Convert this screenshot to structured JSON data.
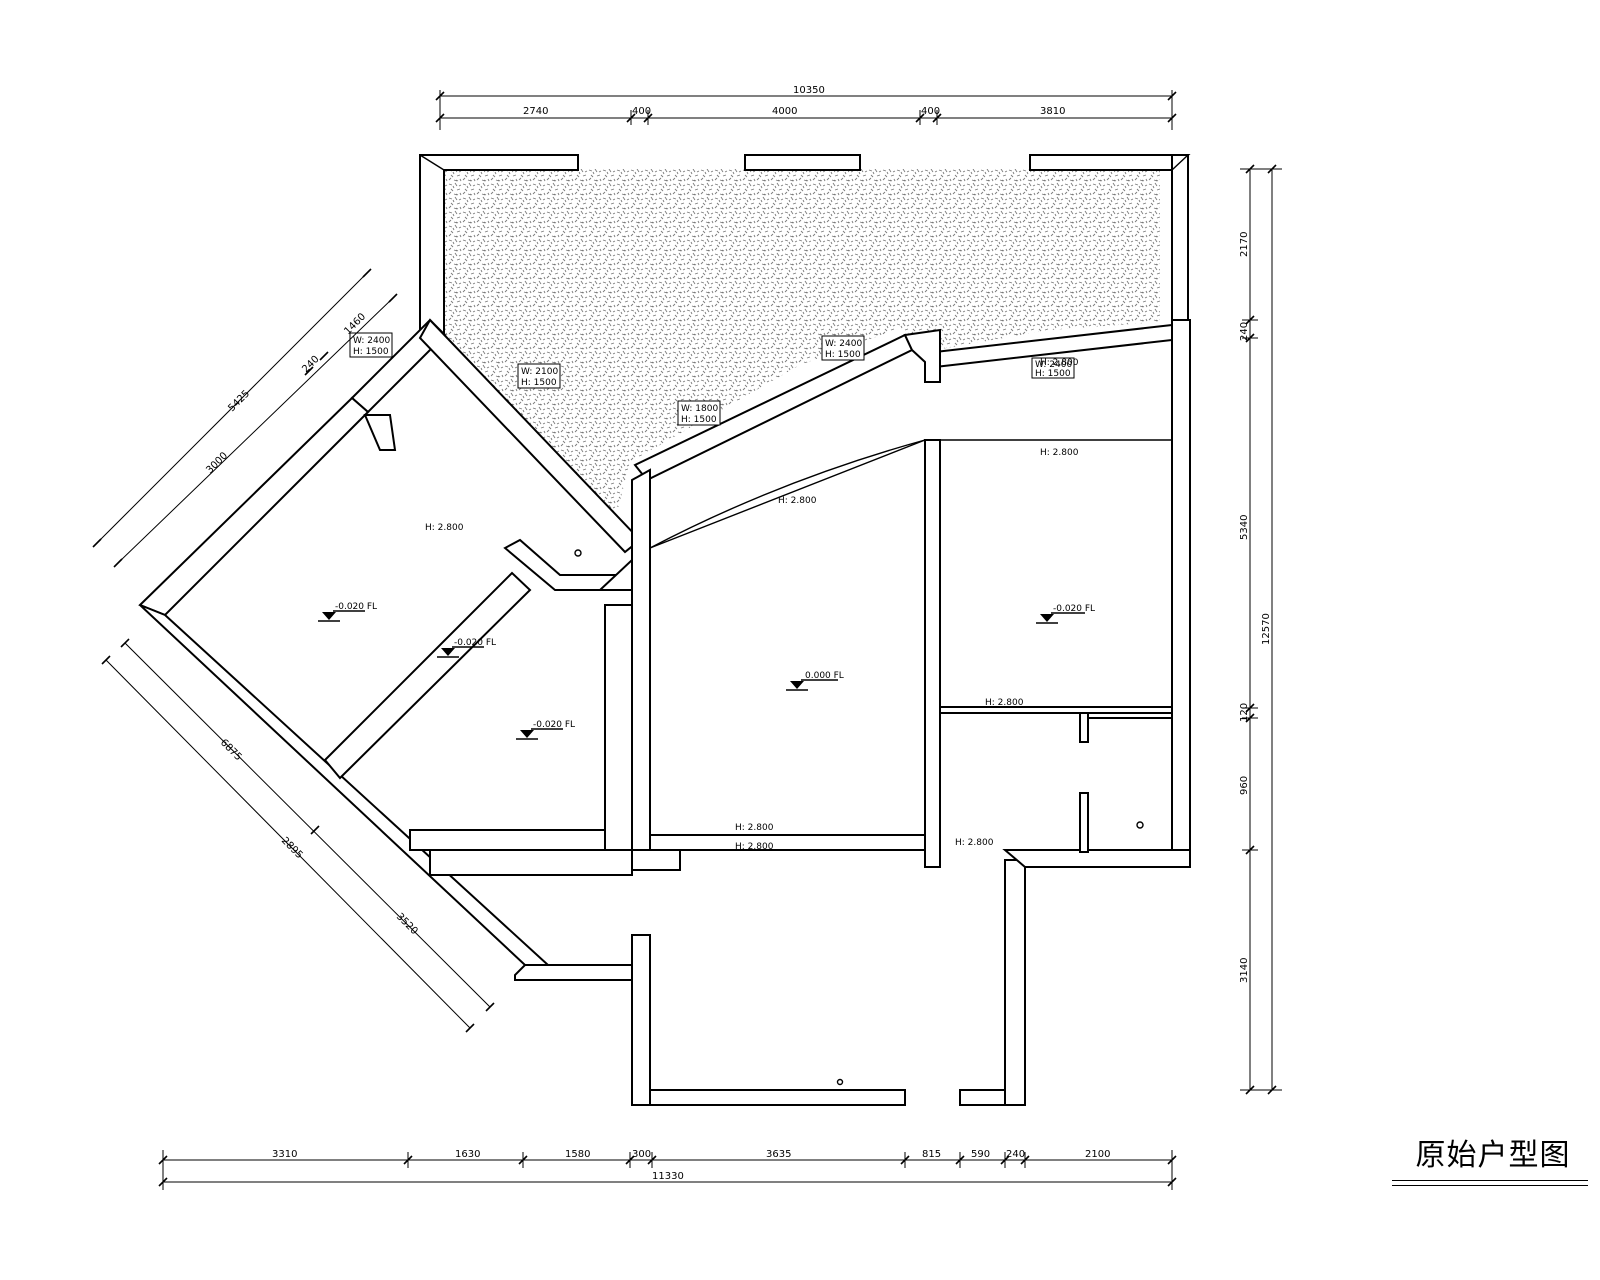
{
  "title": "原始户型图",
  "colors": {
    "line": "#000000",
    "hatch": "#7a7a7a",
    "background": "#ffffff"
  },
  "dimensions": {
    "top_total": "10350",
    "top_segments": [
      "2740",
      "400",
      "4000",
      "400",
      "3810"
    ],
    "bottom_total": "11330",
    "bottom_segments": [
      "3310",
      "1630",
      "1580",
      "300",
      "3635",
      "815",
      "590",
      "240",
      "2100"
    ],
    "right_total": "12570",
    "right_segments": [
      "2170",
      "240",
      "5340",
      "120",
      "960",
      "3140"
    ],
    "left_upper_total": "5425",
    "left_upper_segments": [
      "1460",
      "240",
      "3000"
    ],
    "left_lower_total": "6875",
    "left_lower_segments": [
      "2895",
      "3520"
    ]
  },
  "levels": [
    "-0.020 FL",
    "-0.020 FL",
    "-0.020 FL",
    "0.000 FL",
    "-0.020 FL"
  ],
  "ceiling_notes": [
    "H: 2.800",
    "H: 2.800",
    "H: 2.800",
    "H: 2.800",
    "H: 2.800",
    "H: 2.800",
    "H: 2.800",
    "H: 2.800"
  ],
  "window_tags": [
    [
      "W: 2100",
      "H: 1500"
    ],
    [
      "W: 1800",
      "H: 1500"
    ],
    [
      "W: 2400",
      "H: 1500"
    ],
    [
      "W: 2400",
      "H: 1500"
    ],
    [
      "W: 2400",
      "H: 1500"
    ]
  ]
}
